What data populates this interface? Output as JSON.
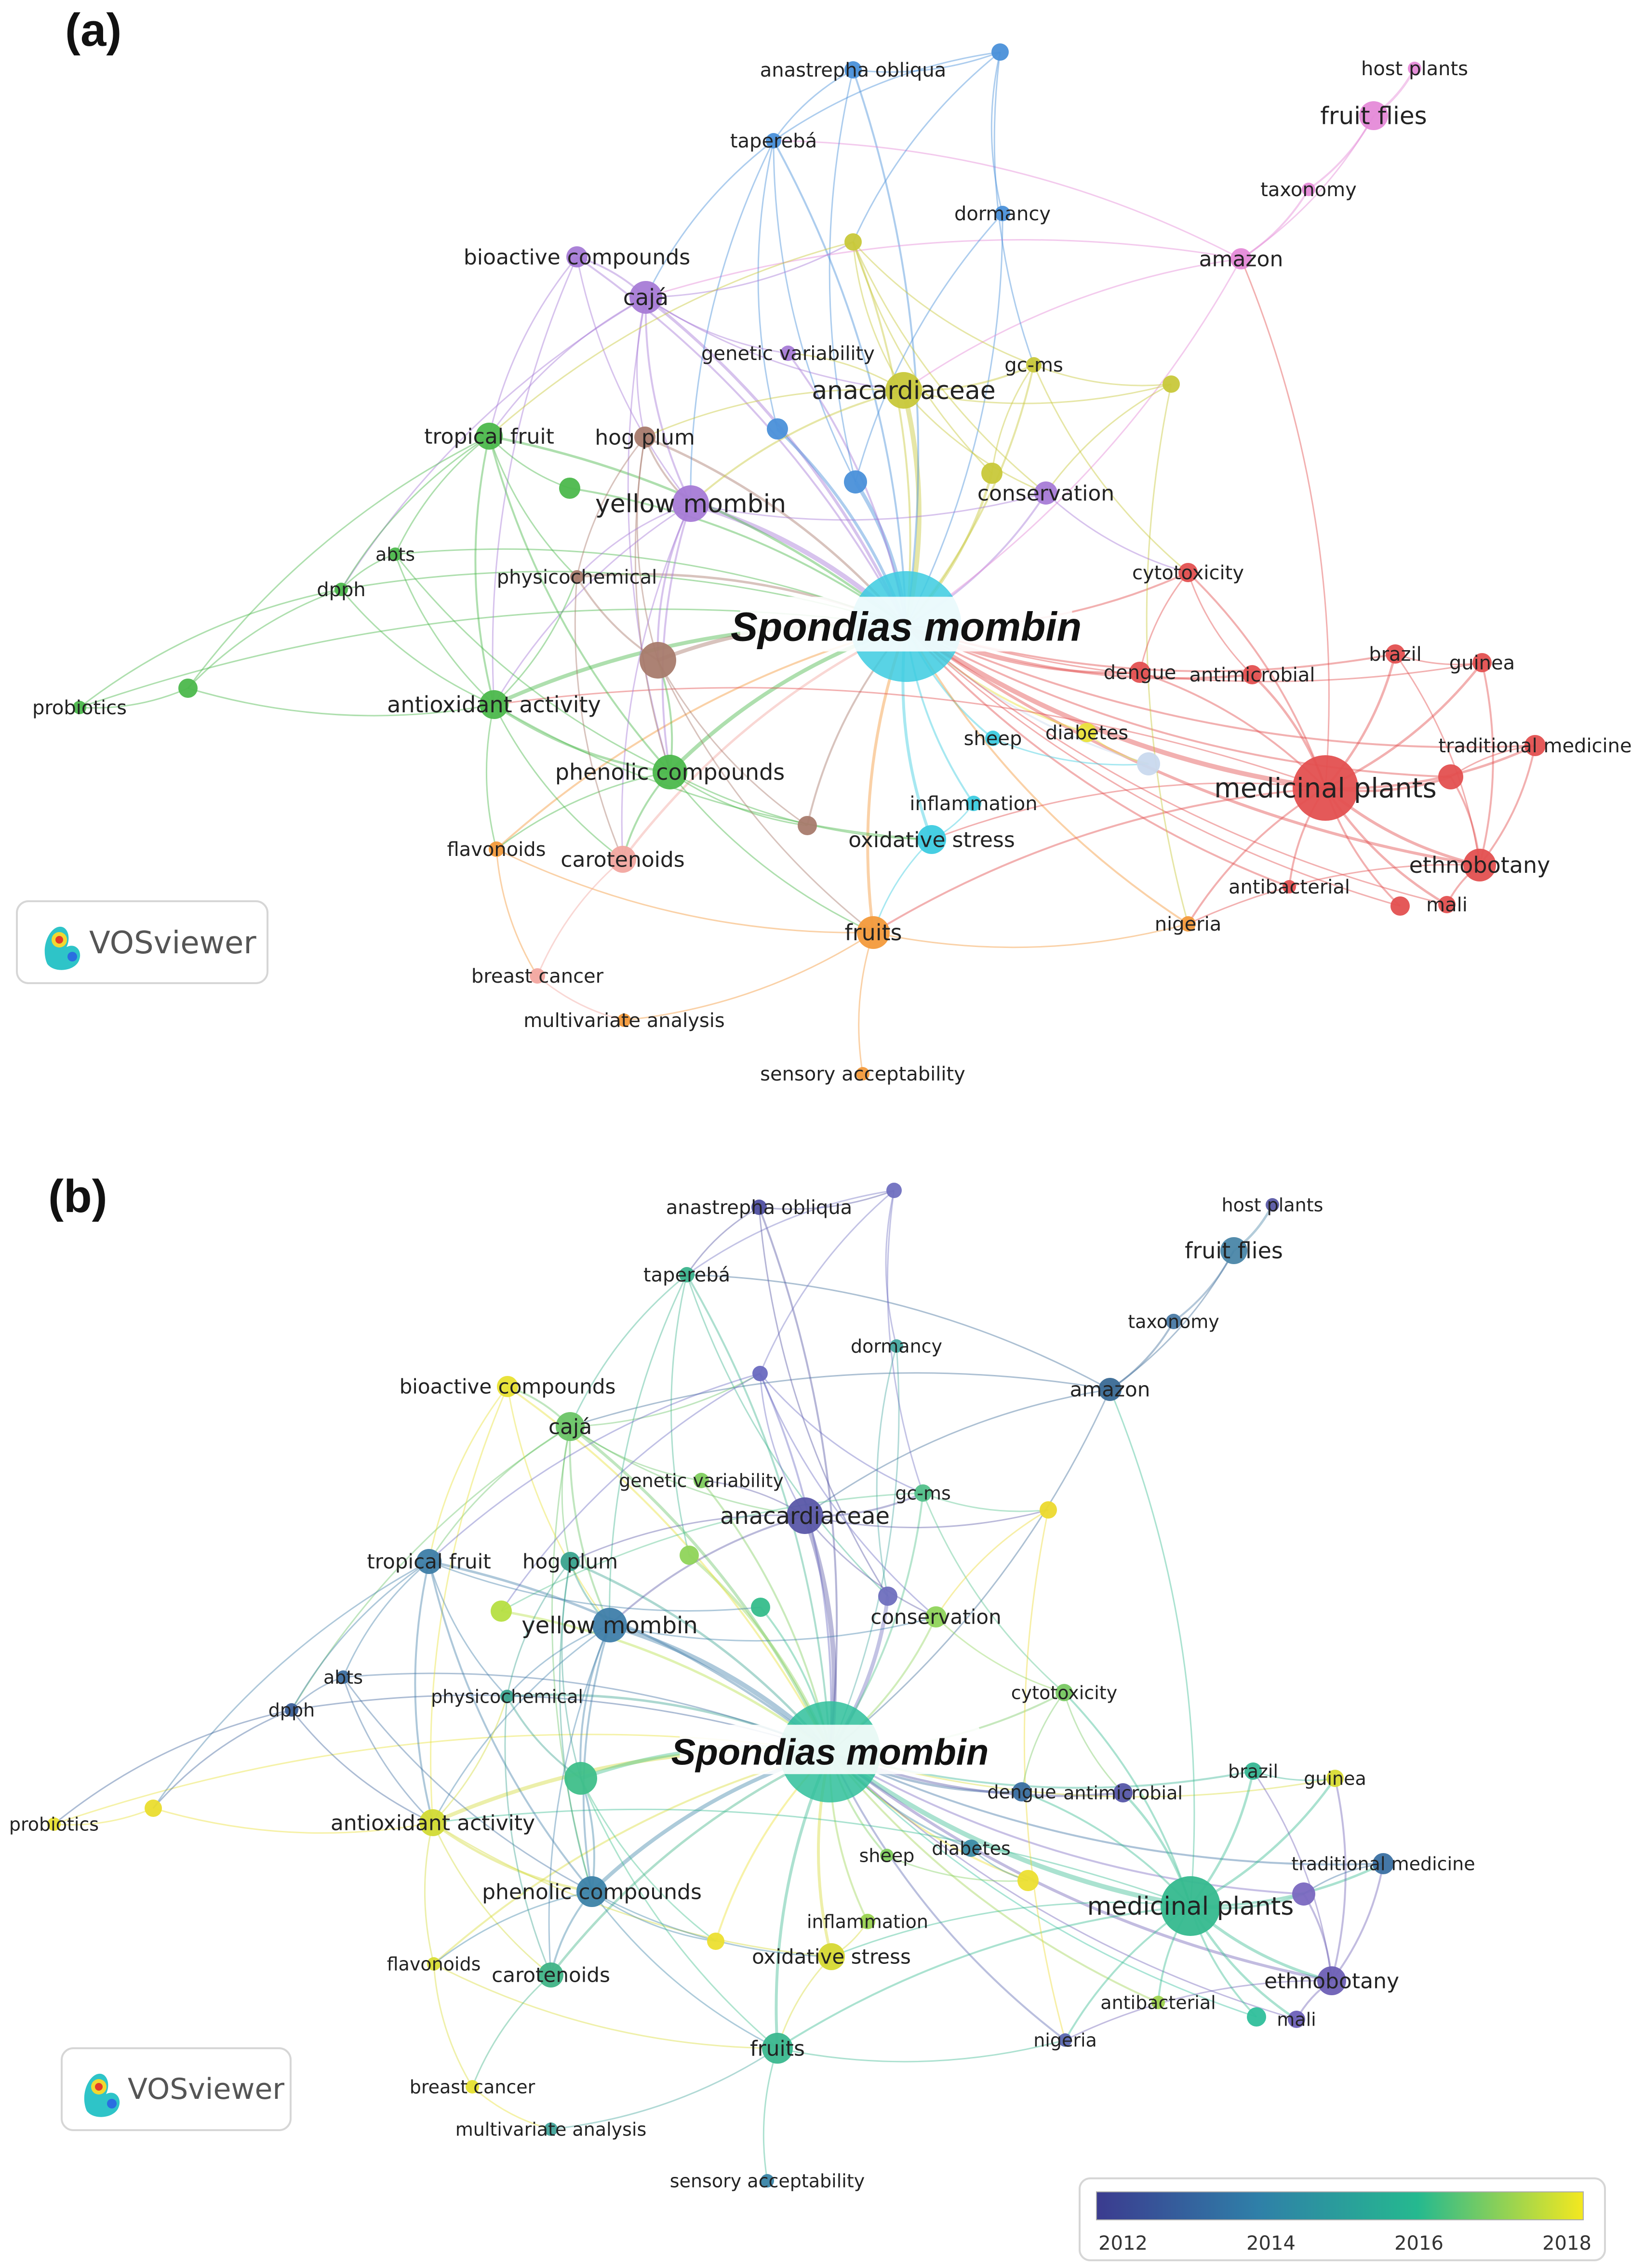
{
  "panels": {
    "a": {
      "label": "(a)"
    },
    "b": {
      "label": "(b)"
    }
  },
  "center_term": "Spondias mombin",
  "vosviewer_badge": {
    "text": "VOSviewer",
    "icon": "vosviewer-logo-icon"
  },
  "overlay_scale": {
    "ticks": [
      "2012",
      "2014",
      "2016",
      "2018"
    ],
    "colors": [
      "#3b3b8f",
      "#2f7fa8",
      "#25b98f",
      "#f4e81f"
    ]
  },
  "cluster_colors": {
    "red": "#e35050",
    "green": "#4cb84c",
    "blue": "#4a90d9",
    "yellow": "#c8c83a",
    "purple": "#a77bd6",
    "cyan": "#3ccbe0",
    "orange": "#f39a3b",
    "brown": "#a87b6d",
    "pink": "#e58ad8",
    "salmon": "#f2a7a0",
    "lightblue": "#c9d9ee",
    "yellowb": "#e9e33a"
  },
  "nodes_a": [
    {
      "id": "center",
      "label": "Spondias mombin",
      "color": "cyan"
    },
    {
      "id": "anastrepha",
      "label": "anastrepha obliqua",
      "color": "blue"
    },
    {
      "id": "bluetop",
      "label": "",
      "color": "blue"
    },
    {
      "id": "hostplants",
      "label": "host plants",
      "color": "pink"
    },
    {
      "id": "fruitflies",
      "label": "fruit flies",
      "color": "pink"
    },
    {
      "id": "taperebá",
      "label": "taperebá",
      "color": "blue"
    },
    {
      "id": "taxonomy",
      "label": "taxonomy",
      "color": "pink"
    },
    {
      "id": "dormancy",
      "label": "dormancy",
      "color": "blue"
    },
    {
      "id": "bioactive",
      "label": "bioactive compounds",
      "color": "purple"
    },
    {
      "id": "amazon",
      "label": "amazon",
      "color": "pink"
    },
    {
      "id": "yel1",
      "label": "",
      "color": "yellow"
    },
    {
      "id": "caja",
      "label": "cajá",
      "color": "purple"
    },
    {
      "id": "genvar",
      "label": "genetic variability",
      "color": "purple"
    },
    {
      "id": "gcms",
      "label": "gc-ms",
      "color": "yellow"
    },
    {
      "id": "anacardiaceae",
      "label": "anacardiaceae",
      "color": "yellow"
    },
    {
      "id": "yel2",
      "label": "",
      "color": "yellow"
    },
    {
      "id": "tropical",
      "label": "tropical fruit",
      "color": "green"
    },
    {
      "id": "hogplum",
      "label": "hog plum",
      "color": "brown"
    },
    {
      "id": "blue1",
      "label": "",
      "color": "blue"
    },
    {
      "id": "yel3",
      "label": "",
      "color": "yellow"
    },
    {
      "id": "green1",
      "label": "",
      "color": "green"
    },
    {
      "id": "blue2",
      "label": "",
      "color": "blue"
    },
    {
      "id": "conservation",
      "label": "conservation",
      "color": "purple"
    },
    {
      "id": "yellowmombin",
      "label": "yellow mombin",
      "color": "purple"
    },
    {
      "id": "abts",
      "label": "abts",
      "color": "green"
    },
    {
      "id": "physico",
      "label": "physicochemical",
      "color": "brown"
    },
    {
      "id": "cytotox",
      "label": "cytotoxicity",
      "color": "red"
    },
    {
      "id": "dpph",
      "label": "dpph",
      "color": "green"
    },
    {
      "id": "brown1",
      "label": "",
      "color": "brown"
    },
    {
      "id": "brazil",
      "label": "brazil",
      "color": "red"
    },
    {
      "id": "guinea",
      "label": "guinea",
      "color": "red"
    },
    {
      "id": "dengue",
      "label": "dengue",
      "color": "red"
    },
    {
      "id": "antimicrobial",
      "label": "antimicrobial",
      "color": "red"
    },
    {
      "id": "probiotics",
      "label": "probiotics",
      "color": "green"
    },
    {
      "id": "green2",
      "label": "",
      "color": "green"
    },
    {
      "id": "antioxidant",
      "label": "antioxidant activity",
      "color": "green"
    },
    {
      "id": "diabetes",
      "label": "diabetes",
      "color": "yellowb"
    },
    {
      "id": "sheep",
      "label": "sheep",
      "color": "cyan"
    },
    {
      "id": "tradmed",
      "label": "traditional medicine",
      "color": "red"
    },
    {
      "id": "phenolic",
      "label": "phenolic compounds",
      "color": "green"
    },
    {
      "id": "lightb",
      "label": "",
      "color": "lightblue"
    },
    {
      "id": "medicinal",
      "label": "medicinal plants",
      "color": "red"
    },
    {
      "id": "red1",
      "label": "",
      "color": "red"
    },
    {
      "id": "inflammation",
      "label": "inflammation",
      "color": "cyan"
    },
    {
      "id": "brown2",
      "label": "",
      "color": "brown"
    },
    {
      "id": "oxidative",
      "label": "oxidative stress",
      "color": "cyan"
    },
    {
      "id": "flavonoids",
      "label": "flavonoids",
      "color": "orange"
    },
    {
      "id": "carotenoids",
      "label": "carotenoids",
      "color": "salmon"
    },
    {
      "id": "ethnobotany",
      "label": "ethnobotany",
      "color": "red"
    },
    {
      "id": "antibacterial",
      "label": "antibacterial",
      "color": "red"
    },
    {
      "id": "red2",
      "label": "",
      "color": "red"
    },
    {
      "id": "mali",
      "label": "mali",
      "color": "red"
    },
    {
      "id": "fruits",
      "label": "fruits",
      "color": "orange"
    },
    {
      "id": "nigeria",
      "label": "nigeria",
      "color": "orange"
    },
    {
      "id": "breast",
      "label": "breast cancer",
      "color": "salmon"
    },
    {
      "id": "multivariate",
      "label": "multivariate analysis",
      "color": "orange"
    },
    {
      "id": "sensory",
      "label": "sensory acceptability",
      "color": "orange"
    }
  ],
  "nodes_b": [
    {
      "id": "center",
      "label": "Spondias mombin",
      "color": "#2fbf9b"
    },
    {
      "id": "anastrepha",
      "label": "anastrepha obliqua",
      "color": "#4f4fa0"
    },
    {
      "id": "bluetop",
      "label": "",
      "color": "#7070c0"
    },
    {
      "id": "hostplants",
      "label": "host plants",
      "color": "#5a5aa5"
    },
    {
      "id": "fruitflies",
      "label": "fruit flies",
      "color": "#4a86a8"
    },
    {
      "id": "taperebá",
      "label": "taperebá",
      "color": "#3bb38c"
    },
    {
      "id": "taxonomy",
      "label": "taxonomy",
      "color": "#4a7aa5"
    },
    {
      "id": "dormancy",
      "label": "dormancy",
      "color": "#46a8a0"
    },
    {
      "id": "bioactive",
      "label": "bioactive compounds",
      "color": "#e8e030"
    },
    {
      "id": "amazon",
      "label": "amazon",
      "color": "#3a6a95"
    },
    {
      "id": "yel1",
      "label": "",
      "color": "#6a6ac0"
    },
    {
      "id": "caja",
      "label": "cajá",
      "color": "#6ac466"
    },
    {
      "id": "genvar",
      "label": "genetic variability",
      "color": "#7fce5e"
    },
    {
      "id": "gcms",
      "label": "gc-ms",
      "color": "#52c08a"
    },
    {
      "id": "anacardiaceae",
      "label": "anacardiaceae",
      "color": "#5a57a8"
    },
    {
      "id": "yel2",
      "label": "",
      "color": "#ecd92e"
    },
    {
      "id": "tropical",
      "label": "tropical fruit",
      "color": "#3d7da6"
    },
    {
      "id": "hogplum",
      "label": "hog plum",
      "color": "#3aa38e"
    },
    {
      "id": "blue1",
      "label": "",
      "color": "#8fd45a"
    },
    {
      "id": "yel3",
      "label": "",
      "color": "#b6df42"
    },
    {
      "id": "green1",
      "label": "",
      "color": "#35bd8b"
    },
    {
      "id": "blue2",
      "label": "",
      "color": "#6f6fbe"
    },
    {
      "id": "conservation",
      "label": "conservation",
      "color": "#8fd45a"
    },
    {
      "id": "yellowmombin",
      "label": "yellow mombin",
      "color": "#3f7eaa"
    },
    {
      "id": "abts",
      "label": "abts",
      "color": "#3d6ea0"
    },
    {
      "id": "physico",
      "label": "physicochemical",
      "color": "#3aa38e"
    },
    {
      "id": "cytotox",
      "label": "cytotoxicity",
      "color": "#78c862"
    },
    {
      "id": "dpph",
      "label": "dpph",
      "color": "#3a5f98"
    },
    {
      "id": "brown1",
      "label": "",
      "color": "#3fbf8a"
    },
    {
      "id": "brazil",
      "label": "brazil",
      "color": "#36b693"
    },
    {
      "id": "guinea",
      "label": "guinea",
      "color": "#d9dc34"
    },
    {
      "id": "dengue",
      "label": "dengue",
      "color": "#3a6ea0"
    },
    {
      "id": "antimicrobial",
      "label": "antimicrobial",
      "color": "#5656a8"
    },
    {
      "id": "probiotics",
      "label": "probiotics",
      "color": "#e8e030"
    },
    {
      "id": "green2",
      "label": "",
      "color": "#eadd2e"
    },
    {
      "id": "antioxidant",
      "label": "antioxidant activity",
      "color": "#d2da34"
    },
    {
      "id": "diabetes",
      "label": "diabetes",
      "color": "#3a8aa5"
    },
    {
      "id": "sheep",
      "label": "sheep",
      "color": "#7fcf5e"
    },
    {
      "id": "tradmed",
      "label": "traditional medicine",
      "color": "#3a70a2"
    },
    {
      "id": "phenolic",
      "label": "phenolic compounds",
      "color": "#3c82a8"
    },
    {
      "id": "lightb",
      "label": "",
      "color": "#ecdf30"
    },
    {
      "id": "medicinal",
      "label": "medicinal plants",
      "color": "#35b98e"
    },
    {
      "id": "red1",
      "label": "",
      "color": "#7a68c0"
    },
    {
      "id": "inflammation",
      "label": "inflammation",
      "color": "#9ad350"
    },
    {
      "id": "brown2",
      "label": "",
      "color": "#ecdf30"
    },
    {
      "id": "oxidative",
      "label": "oxidative stress",
      "color": "#d6d832"
    },
    {
      "id": "flavonoids",
      "label": "flavonoids",
      "color": "#d8dc34"
    },
    {
      "id": "carotenoids",
      "label": "carotenoids",
      "color": "#3fb386"
    },
    {
      "id": "ethnobotany",
      "label": "ethnobotany",
      "color": "#6d5fb5"
    },
    {
      "id": "antibacterial",
      "label": "antibacterial",
      "color": "#9ed24e"
    },
    {
      "id": "red2",
      "label": "",
      "color": "#2fbf9b"
    },
    {
      "id": "mali",
      "label": "mali",
      "color": "#6d60b8"
    },
    {
      "id": "fruits",
      "label": "fruits",
      "color": "#3ab78e"
    },
    {
      "id": "nigeria",
      "label": "nigeria",
      "color": "#5a67b0"
    },
    {
      "id": "breast",
      "label": "breast cancer",
      "color": "#e6e030"
    },
    {
      "id": "multivariate",
      "label": "multivariate analysis",
      "color": "#43a59c"
    },
    {
      "id": "sensory",
      "label": "sensory acceptability",
      "color": "#3a85a8"
    }
  ]
}
